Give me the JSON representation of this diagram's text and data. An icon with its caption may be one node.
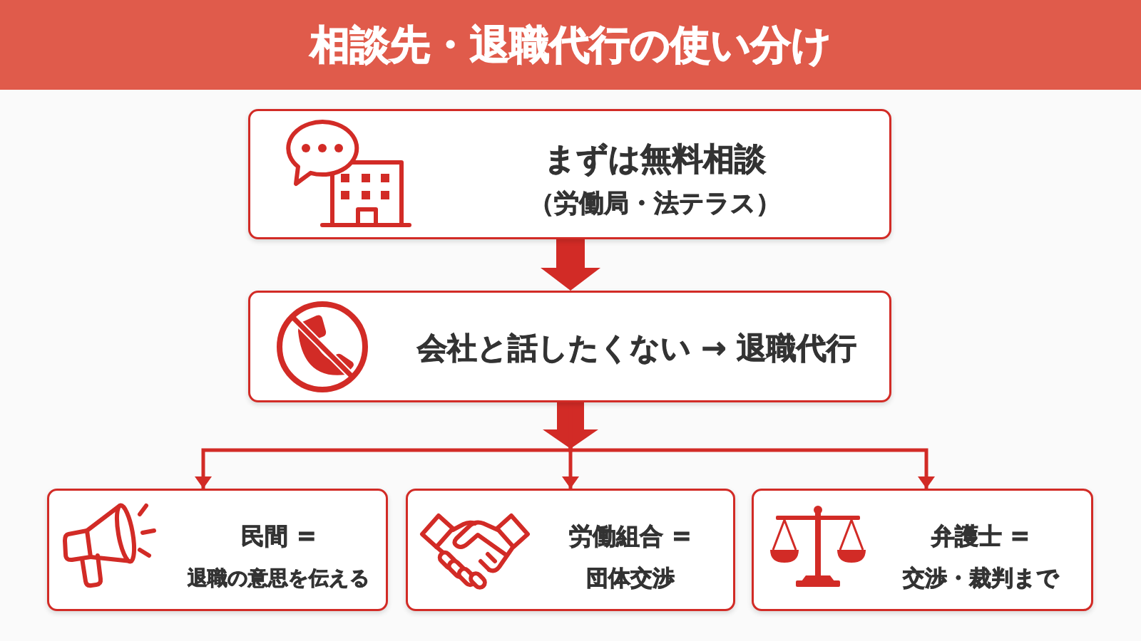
{
  "diagram": {
    "title": "相談先・退職代行の使い分け",
    "nodes": [
      {
        "text": [
          "まずは無料相談",
          "（労働局・法テラス）"
        ]
      },
      {
        "text": [
          "会社と話したくない → 退職代行"
        ]
      },
      {
        "text": [
          "民間 =",
          "退職の意思を伝える"
        ]
      },
      {
        "text": [
          "労働組合 =",
          "団体交渉"
        ]
      },
      {
        "text": [
          "弁護士 =",
          "交渉・裁判まで"
        ]
      }
    ],
    "edges": [
      {
        "from": 0,
        "to": 1,
        "arrow": "to",
        "style": "thick"
      },
      {
        "from": 1,
        "to": 2,
        "arrow": "to"
      },
      {
        "from": 1,
        "to": 3,
        "arrow": "to"
      },
      {
        "from": 1,
        "to": 4,
        "arrow": "to"
      }
    ]
  }
}
